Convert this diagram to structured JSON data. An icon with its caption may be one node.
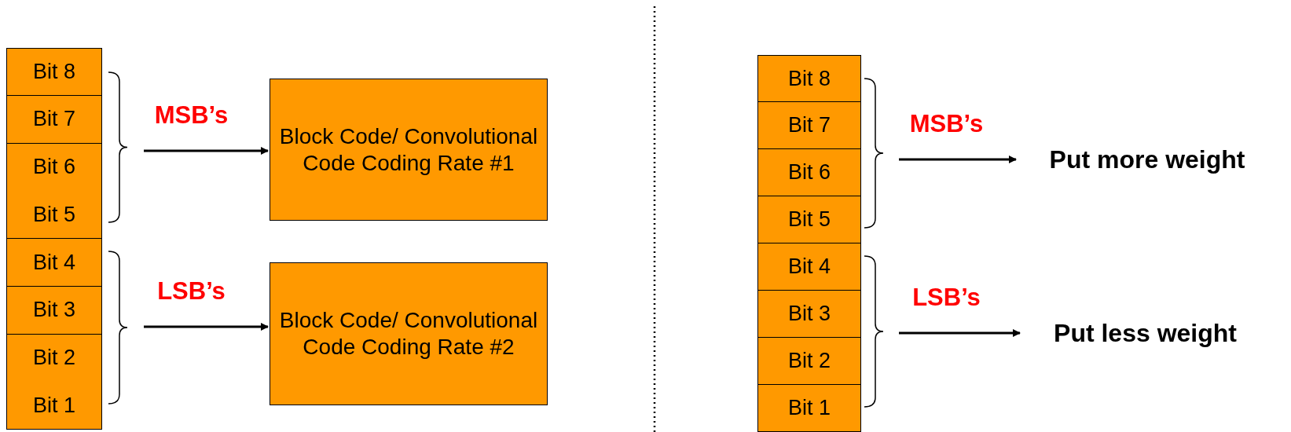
{
  "diagram": {
    "nodes": [
      {
        "text": [
          "Bit 8"
        ]
      },
      {
        "text": [
          "Bit 7"
        ]
      },
      {
        "text": [
          "Bit 6"
        ]
      },
      {
        "text": [
          "Bit 5"
        ]
      },
      {
        "text": [
          "Bit 4"
        ]
      },
      {
        "text": [
          "Bit 3"
        ]
      },
      {
        "text": [
          "Bit 2"
        ]
      },
      {
        "text": [
          "Bit 1"
        ]
      },
      {
        "text": [
          "Block Code/ Convolutional Code Coding Rate #1"
        ]
      },
      {
        "text": [
          "Block Code/ Convolutional Code Coding Rate #2"
        ]
      },
      {
        "text": [
          "Bit 8"
        ]
      },
      {
        "text": [
          "Bit 7"
        ]
      },
      {
        "text": [
          "Bit 6"
        ]
      },
      {
        "text": [
          "Bit 5"
        ]
      },
      {
        "text": [
          "Bit 4"
        ]
      },
      {
        "text": [
          "Bit 3"
        ]
      },
      {
        "text": [
          "Bit 2"
        ]
      },
      {
        "text": [
          "Bit 1"
        ]
      },
      {
        "text": [
          "Put more weight"
        ]
      },
      {
        "text": [
          "Put less weight"
        ]
      }
    ],
    "edges": [
      {
        "from": null,
        "to": 8,
        "arrow": "to",
        "label": "MSB’s"
      },
      {
        "from": null,
        "to": 9,
        "arrow": "to",
        "label": "LSB’s"
      },
      {
        "from": null,
        "to": 18,
        "arrow": "to",
        "label": "MSB’s"
      },
      {
        "from": null,
        "to": 19,
        "arrow": "to",
        "label": "LSB’s"
      }
    ]
  }
}
